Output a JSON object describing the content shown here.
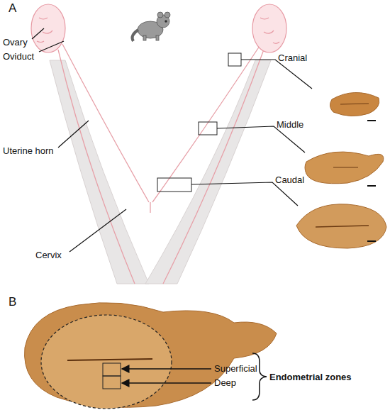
{
  "diagram": {
    "labels": [
      "A",
      "Ovary",
      "Oviduct",
      "Cranial",
      "Uterine horn",
      "Middle",
      "Caudal",
      "Cervix",
      "B",
      "Superficial",
      "Deep",
      "Endometrial zones"
    ]
  }
}
